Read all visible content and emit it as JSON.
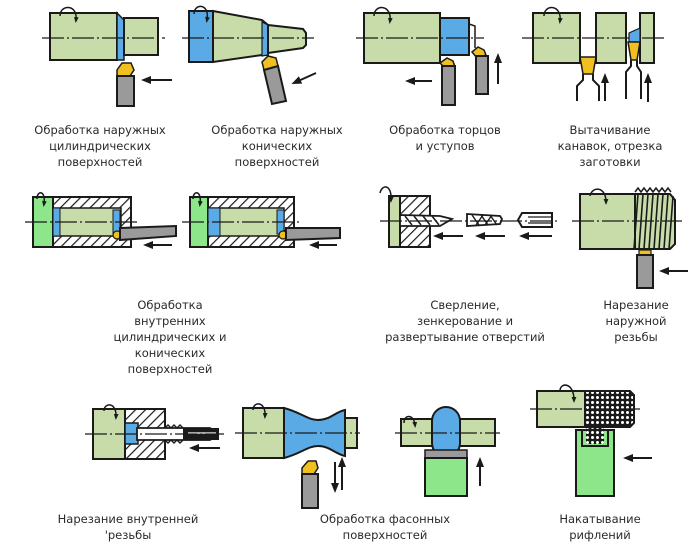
{
  "title": "Виды токарной обработки",
  "colors": {
    "workpiece": "#c8dcaa",
    "machined_surface": "#5aaae6",
    "tool_tip": "#f0c020",
    "tool_body": "#9a9a9a",
    "fixture": "#8ee68a",
    "outline": "#1a1a1a"
  },
  "operations": [
    {
      "id": "external-cylindrical",
      "caption_lines": [
        "Обработка наружных",
        "цилиндрических",
        "поверхностей"
      ],
      "feed_direction": "left"
    },
    {
      "id": "external-conical",
      "caption_lines": [
        "Обработка наружных",
        "конических",
        "поверхностей"
      ],
      "feed_direction": "diagonal-left"
    },
    {
      "id": "facing-shoulders",
      "caption_lines": [
        "Обработка торцов",
        "и уступов"
      ],
      "feed_direction": "left, up"
    },
    {
      "id": "grooving-parting",
      "caption_lines": [
        "Вытачивание",
        "канавок, отрезка",
        "заготовки"
      ],
      "feed_direction": "up"
    },
    {
      "id": "internal-surfaces",
      "caption_lines": [
        "Обработка",
        "внутренних",
        "цилиндрических и",
        "конических",
        "поверхностей"
      ],
      "feed_direction": "left"
    },
    {
      "id": "drilling-reaming",
      "caption_lines": [
        "Сверление,",
        "зенкерование и",
        "развертывание отверстий"
      ],
      "feed_direction": "left"
    },
    {
      "id": "external-threading",
      "caption_lines": [
        "Нарезание",
        "наружной",
        "резьбы"
      ],
      "feed_direction": "left"
    },
    {
      "id": "internal-threading",
      "caption_lines": [
        "Нарезание внутренней",
        "'резьбы"
      ],
      "feed_direction": "left"
    },
    {
      "id": "shaped-surfaces",
      "caption_lines": [
        "Обработка фасонных",
        "поверхностей"
      ],
      "feed_direction": "up-down"
    },
    {
      "id": "knurling",
      "caption_lines": [
        "Накатывание",
        "рифлений"
      ],
      "feed_direction": "left"
    }
  ]
}
